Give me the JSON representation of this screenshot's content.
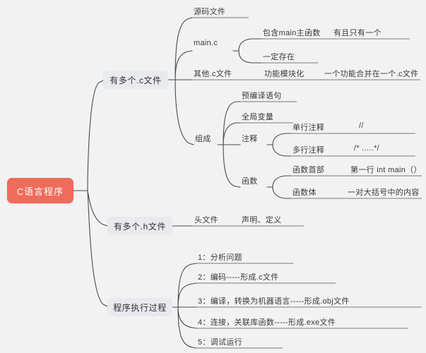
{
  "diagram": {
    "type": "mind-map",
    "background_color": "#f2f2f2",
    "root_color": "#ef6b5a",
    "chip_color": "#e9eaee",
    "line_color": "#4a4a4a",
    "text_color": "#3a3a3a"
  },
  "root": {
    "label": "C语言程序"
  },
  "branches": [
    {
      "label": "有多个.c文件",
      "children": [
        {
          "label": "源码文件",
          "children": []
        },
        {
          "label": "main.c",
          "children": [
            {
              "label": "包含main主函数",
              "children": [
                {
                  "label": "有且只有一个"
                }
              ]
            },
            {
              "label": "一定存在",
              "children": []
            }
          ]
        },
        {
          "label": "其他.c文件",
          "children": [
            {
              "label": "功能模块化",
              "children": [
                {
                  "label": "一个功能合并在一个.c文件"
                }
              ]
            }
          ]
        },
        {
          "label": "组成",
          "children": [
            {
              "label": "预编译语句",
              "children": []
            },
            {
              "label": "全局变量",
              "children": []
            },
            {
              "label": "注释",
              "children": [
                {
                  "label": "单行注释",
                  "detail": "//"
                },
                {
                  "label": "多行注释",
                  "detail": "/* .....*/"
                }
              ]
            },
            {
              "label": "函数",
              "children": [
                {
                  "label": "函数首部",
                  "detail": "第一行 int main（）"
                },
                {
                  "label": "函数体",
                  "detail": "一对大括号中的内容"
                }
              ]
            }
          ]
        }
      ]
    },
    {
      "label": "有多个.h文件",
      "children": [
        {
          "label": "头文件",
          "children": [
            {
              "label": "声明、定义"
            }
          ]
        }
      ]
    },
    {
      "label": "程序执行过程",
      "children": [
        {
          "label": "1：分析问题"
        },
        {
          "label": "2：编码-----形成.c文件"
        },
        {
          "label": "3：编译，转换为机器语言-----形成.obj文件"
        },
        {
          "label": "4：连接，关联库函数-----形成.exe文件"
        },
        {
          "label": "5：调试运行"
        }
      ]
    }
  ],
  "labels": {
    "root": "C语言程序",
    "b1": "有多个.c文件",
    "b1_c1": "源码文件",
    "b1_c2": "main.c",
    "b1_c2_1": "包含main主函数",
    "b1_c2_1_1": "有且只有一个",
    "b1_c2_2": "一定存在",
    "b1_c3": "其他.c文件",
    "b1_c3_1": "功能模块化",
    "b1_c3_1_1": "一个功能合并在一个.c文件",
    "b1_c4": "组成",
    "b1_c4_1": "预编译语句",
    "b1_c4_2": "全局变量",
    "b1_c4_3": "注释",
    "b1_c4_3_1": "单行注释",
    "b1_c4_3_1d": "//",
    "b1_c4_3_2": "多行注释",
    "b1_c4_3_2d": "/* .....*/",
    "b1_c4_4": "函数",
    "b1_c4_4_1": "函数首部",
    "b1_c4_4_1d": "第一行 int main（）",
    "b1_c4_4_2": "函数体",
    "b1_c4_4_2d": "一对大括号中的内容",
    "b2": "有多个.h文件",
    "b2_c1": "头文件",
    "b2_c1_1": "声明、定义",
    "b3": "程序执行过程",
    "b3_c1": "1：分析问题",
    "b3_c2": "2：编码-----形成.c文件",
    "b3_c3": "3：编译，转换为机器语言-----形成.obj文件",
    "b3_c4": "4：连接，关联库函数-----形成.exe文件",
    "b3_c5": "5：调试运行"
  }
}
